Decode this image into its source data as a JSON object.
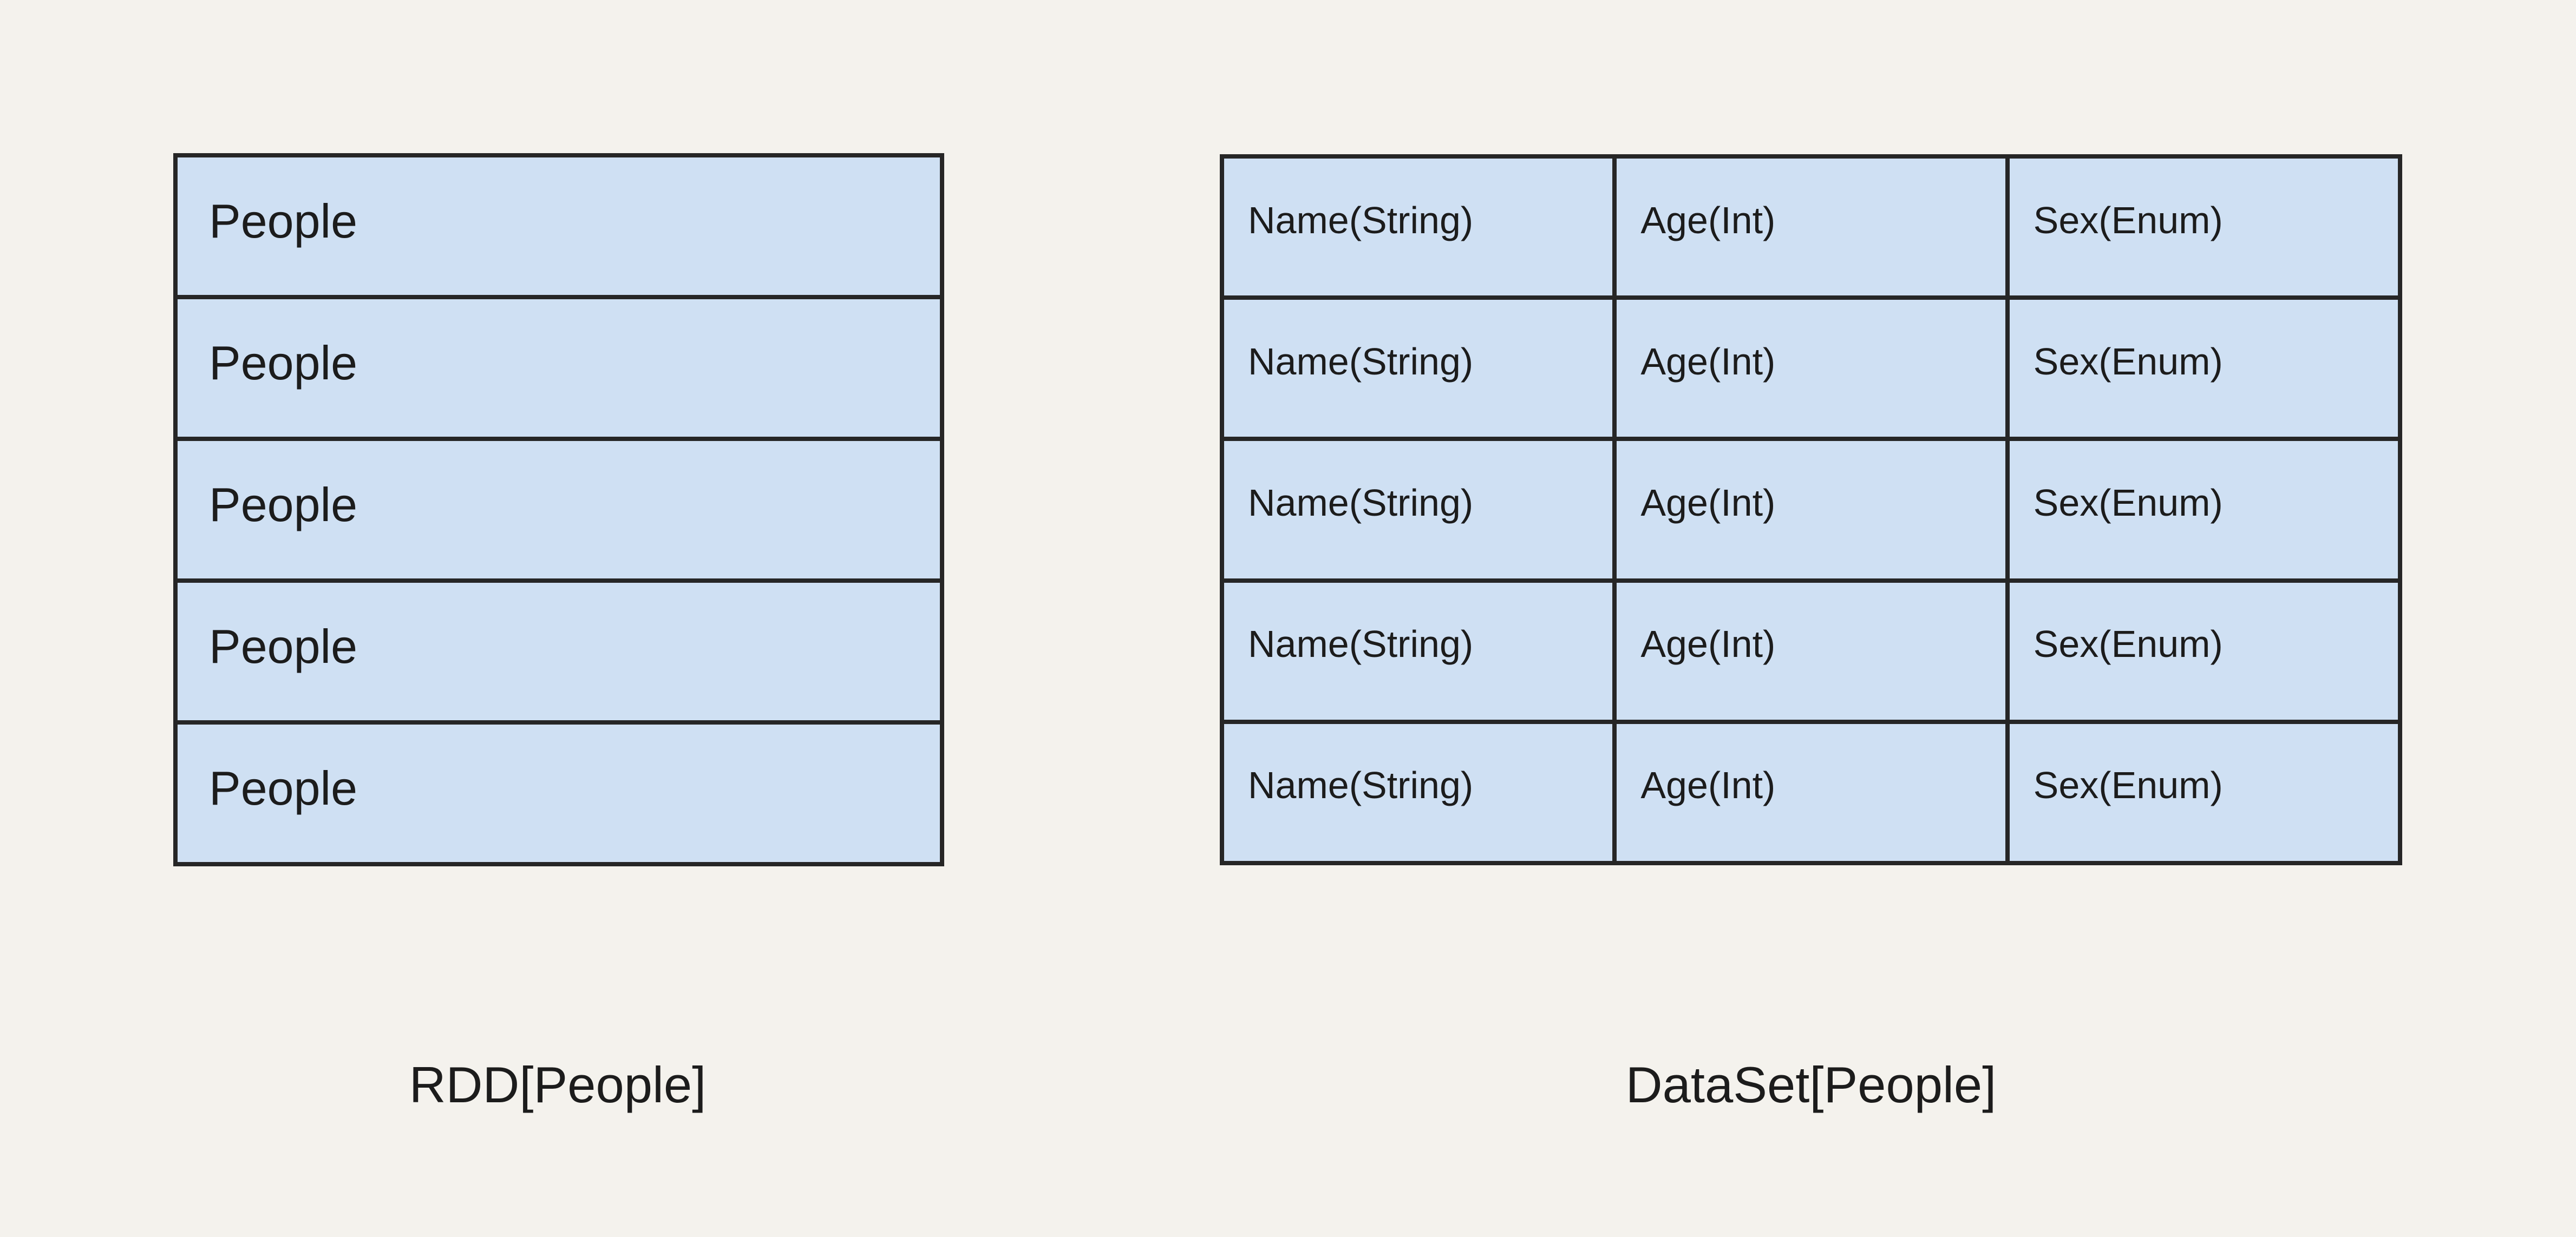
{
  "page": {
    "background_color": "#f4f2ed",
    "cell_fill_color": "#cfe0f3",
    "border_color": "#262626",
    "text_color": "#1c1c1c"
  },
  "rdd": {
    "caption": "RDD[People]",
    "row_count": 5,
    "rows": [
      {
        "cells": [
          "People"
        ]
      },
      {
        "cells": [
          "People"
        ]
      },
      {
        "cells": [
          "People"
        ]
      },
      {
        "cells": [
          "People"
        ]
      },
      {
        "cells": [
          "People"
        ]
      }
    ]
  },
  "dataset": {
    "caption": "DataSet[People]",
    "row_count": 5,
    "column_count": 3,
    "rows": [
      {
        "cells": [
          "Name(String)",
          "Age(Int)",
          "Sex(Enum)"
        ]
      },
      {
        "cells": [
          "Name(String)",
          "Age(Int)",
          "Sex(Enum)"
        ]
      },
      {
        "cells": [
          "Name(String)",
          "Age(Int)",
          "Sex(Enum)"
        ]
      },
      {
        "cells": [
          "Name(String)",
          "Age(Int)",
          "Sex(Enum)"
        ]
      },
      {
        "cells": [
          "Name(String)",
          "Age(Int)",
          "Sex(Enum)"
        ]
      }
    ]
  }
}
